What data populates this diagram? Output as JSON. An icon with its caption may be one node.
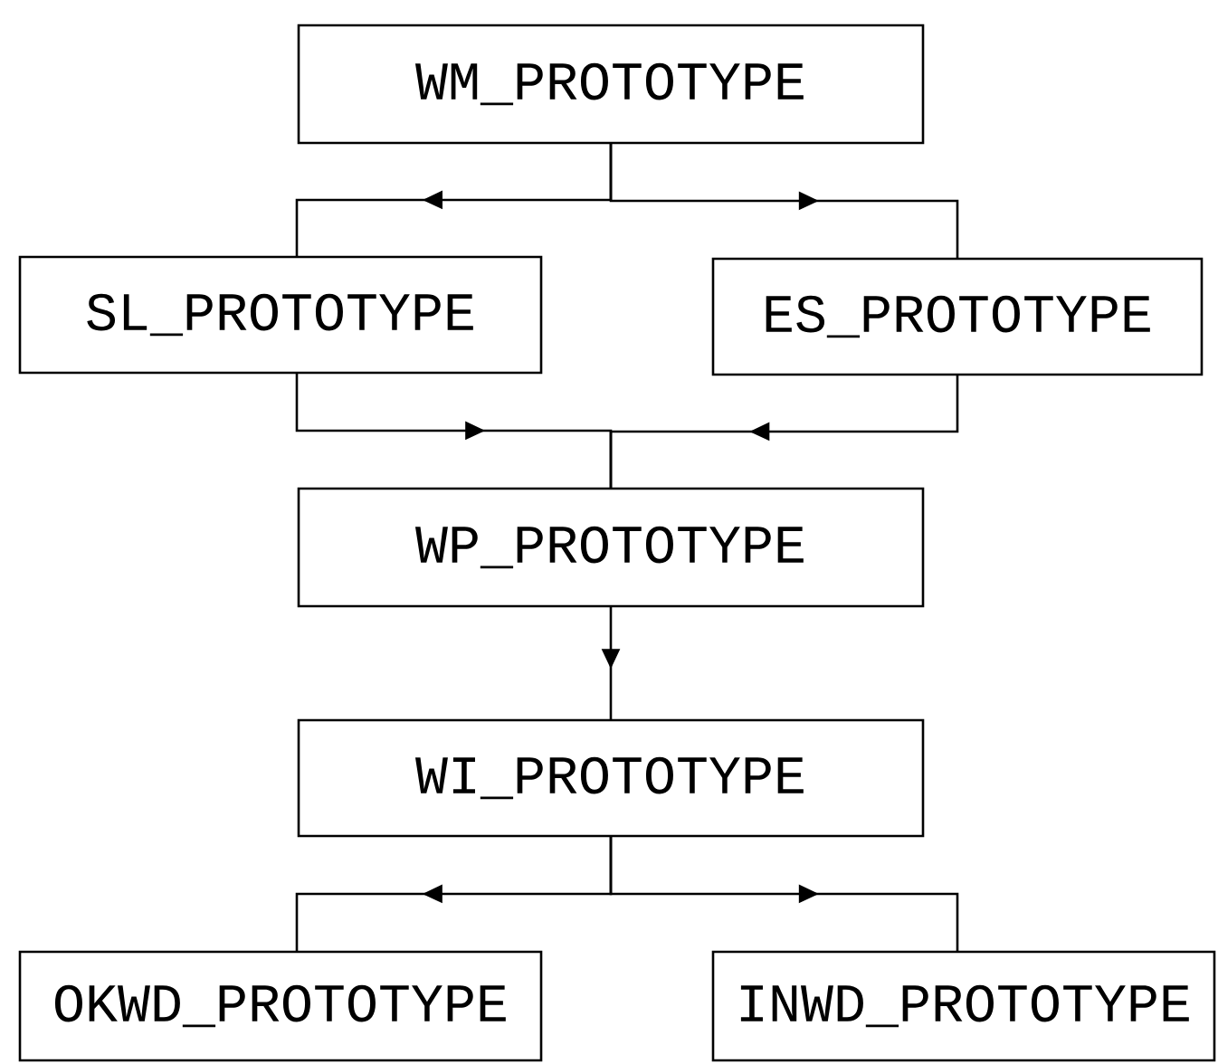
{
  "diagram": {
    "nodes": [
      {
        "text": [
          "WM_PROTOTYPE"
        ]
      },
      {
        "text": [
          "SL_PROTOTYPE"
        ]
      },
      {
        "text": [
          "ES_PROTOTYPE"
        ]
      },
      {
        "text": [
          "WP_PROTOTYPE"
        ]
      },
      {
        "text": [
          "WI_PROTOTYPE"
        ]
      },
      {
        "text": [
          "OKWD_PROTOTYPE"
        ]
      },
      {
        "text": [
          "INWD_PROTOTYPE"
        ]
      }
    ],
    "edges": [
      {
        "from": 0,
        "to": 1,
        "arrow": "to"
      },
      {
        "from": 0,
        "to": 2,
        "arrow": "to"
      },
      {
        "from": 1,
        "to": 3,
        "arrow": "to"
      },
      {
        "from": 2,
        "to": 3,
        "arrow": "to"
      },
      {
        "from": 3,
        "to": 4,
        "arrow": "to"
      },
      {
        "from": 4,
        "to": 5,
        "arrow": "to"
      },
      {
        "from": 4,
        "to": 6,
        "arrow": "to"
      }
    ]
  }
}
